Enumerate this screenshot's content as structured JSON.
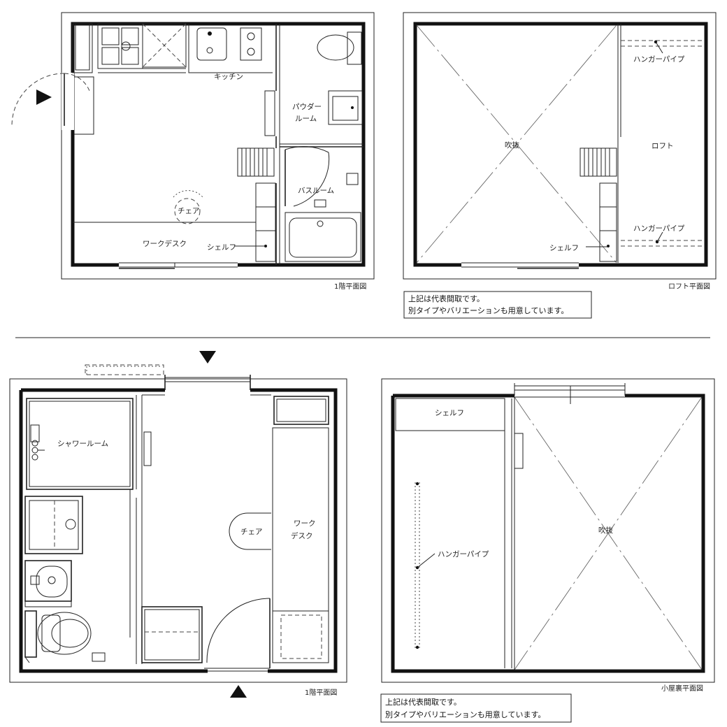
{
  "top": {
    "floor1": {
      "kitchen": "キッチン",
      "powder_room": [
        "パウダー",
        "ルーム"
      ],
      "bathroom": "バスルーム",
      "chair": "チェア",
      "work_desk": "ワークデスク",
      "shelf": "シェルフ",
      "caption": "1階平面図"
    },
    "loft": {
      "hanger_pipe_top": "ハンガーパイプ",
      "hanger_pipe_bottom": "ハンガーパイプ",
      "loft": "ロフト",
      "void": "吹抜",
      "shelf": "シェルフ",
      "caption": "ロフト平面図"
    },
    "note": [
      "上記は代表間取です。",
      "別タイプやバリエーションも用意しています。"
    ]
  },
  "bottom": {
    "floor1": {
      "shower_room": "シャワールーム",
      "chair": "チェア",
      "work_desk": [
        "ワーク",
        "デスク"
      ],
      "caption": "1階平面図"
    },
    "attic": {
      "shelf": "シェルフ",
      "hanger_pipe": "ハンガーパイプ",
      "void": "吹抜",
      "caption": "小屋裏平面図"
    },
    "note": [
      "上記は代表間取です。",
      "別タイプやバリエーションも用意しています。"
    ]
  }
}
